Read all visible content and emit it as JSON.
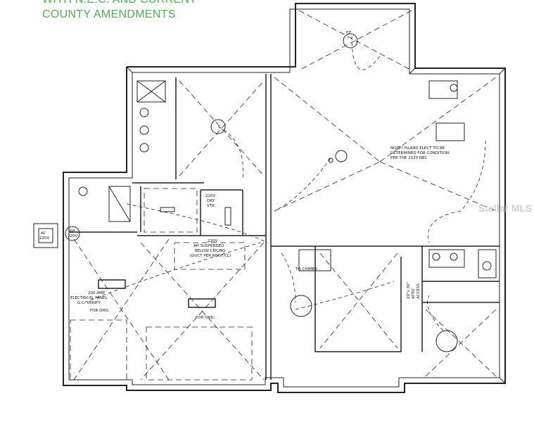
{
  "header": {
    "line1": "WITH N.E.C. AND CURRENT",
    "line2": "COUNTY AMENDMENTS"
  },
  "labels": {
    "island_note": [
      "NOTE! ISLAND ELECT TO BE",
      "DETERMINED FOR CONDITION",
      "PER THE 2020 NEC"
    ],
    "panel": [
      "200 AMP",
      "ELECTRICAL PANEL",
      "G.C. VERIFY"
    ],
    "for_ohd_1": "FOR OHD.",
    "for_ohd_2": "FOR OHD.",
    "ac": [
      "AC",
      "220V"
    ],
    "wh": [
      "WH",
      "220V"
    ],
    "ah": [
      "220V",
      "AH SUSPENDED",
      "BELOW CEILING",
      "(DUCT PER ROOF/CL)"
    ],
    "dryer": [
      "220V",
      "DRY",
      "VTR"
    ],
    "chimes": "TO CHIMES",
    "attic_access": [
      "22\"x 30\"",
      "ATTIC",
      "ACCESS"
    ],
    "fan_label": "F.F."
  },
  "watermark": "Stellar MLS",
  "colors": {
    "header": "#4caf50",
    "lines": "#222222"
  }
}
